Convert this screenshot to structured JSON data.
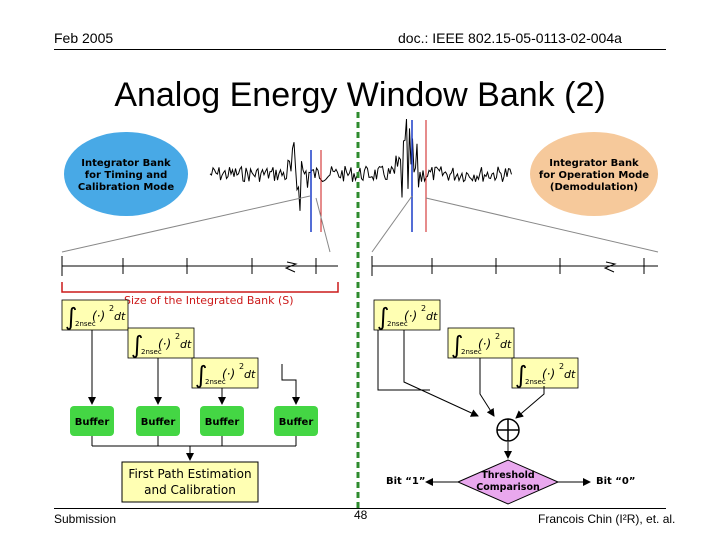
{
  "header": {
    "date": "Feb 2005",
    "doc_id": "doc.: IEEE 802.15-05-0113-02-004a"
  },
  "title": "Analog Energy Window Bank (2)",
  "diagram": {
    "left_ellipse": {
      "line1": "Integrator Bank",
      "line2": "for Timing and",
      "line3": "Calibration Mode"
    },
    "right_ellipse": {
      "line1": "Integrator Bank",
      "line2": "for Operation Mode",
      "line3": "(Demodulation)"
    },
    "size_label": "Size of the Integrated Bank (S)",
    "buffer_label": "Buffer",
    "first_path": {
      "line1": "First Path Estimation",
      "line2": "and Calibration"
    },
    "threshold": {
      "line1": "Threshold",
      "line2": "Comparison"
    },
    "bit1": "Bit “1”",
    "bit0": "Bit “0”",
    "integral": {
      "sym": "∫",
      "expr": "(·)",
      "sup": "2",
      "dt": "dt",
      "sub": "2nsec"
    },
    "colors": {
      "left_ellipse": "#48a9e6",
      "right_ellipse": "#f6c99b",
      "yellow_box": "#ffffb3",
      "buffer": "#44d644",
      "threshold": "#e9a8ee",
      "divider": "#2e8b2e",
      "marker_blue": "#1a3cc8",
      "marker_red": "#cc1a1a"
    }
  },
  "footer": {
    "left": "Submission",
    "page": "48",
    "author": "Francois Chin (I²R), et. al."
  }
}
